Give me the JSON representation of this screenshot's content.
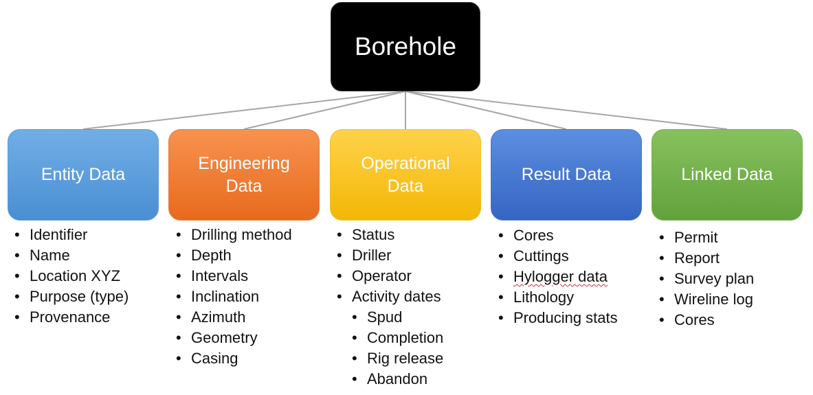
{
  "root": {
    "label": "Borehole"
  },
  "categories": [
    {
      "label_line1": "Entity Data",
      "label_line2": "",
      "items": [
        "Identifier",
        "Name",
        "Location XYZ",
        "Purpose (type)",
        "Provenance"
      ]
    },
    {
      "label_line1": "Engineering",
      "label_line2": "Data",
      "items": [
        "Drilling method",
        "Depth",
        "Intervals",
        "Inclination",
        "Azimuth",
        "Geometry",
        "Casing"
      ]
    },
    {
      "label_line1": "Operational",
      "label_line2": "Data",
      "items": [
        "Status",
        "Driller",
        "Operator",
        "Activity dates"
      ],
      "subitems": [
        "Spud",
        "Completion",
        "Rig release",
        "Abandon"
      ]
    },
    {
      "label_line1": "Result Data",
      "label_line2": "",
      "items": [
        "Cores",
        "Cuttings",
        "Hylogger data",
        "Lithology",
        "Producing stats"
      ]
    },
    {
      "label_line1": "Linked Data",
      "label_line2": "",
      "items": [
        "Permit",
        "Report",
        "Survey plan",
        "Wireline log",
        "Cores"
      ]
    }
  ],
  "colors": {
    "root": "#000000",
    "entity": "#5b9bd5",
    "engineering": "#ed7d31",
    "operational": "#ffc000",
    "result": "#4472c4",
    "linked": "#70ad47",
    "connector": "#a6a6a6"
  }
}
